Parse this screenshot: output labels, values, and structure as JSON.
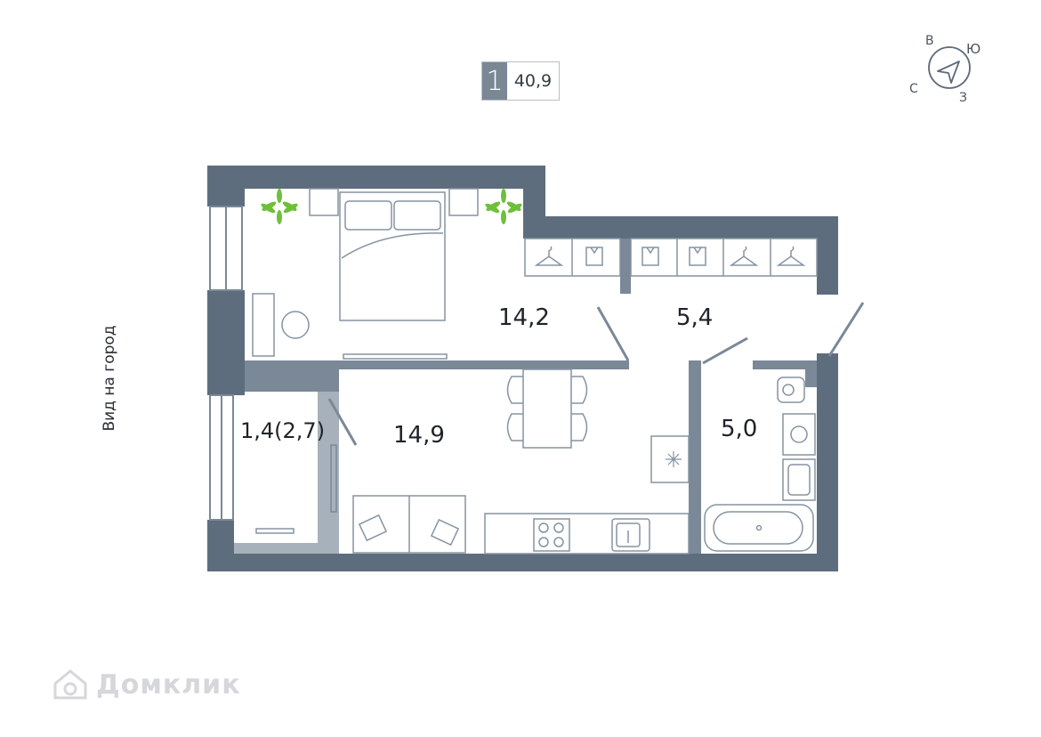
{
  "summary": {
    "rooms": "1",
    "total_area": "40,9"
  },
  "view_label": "Вид на город",
  "compass": {
    "north": "С",
    "east": "В",
    "south": "Ю",
    "west": "З"
  },
  "rooms": {
    "bedroom": "14,2",
    "wardrobe": "5,4",
    "living_kitchen": "14,9",
    "balcony": "1,4(2,7)",
    "bathroom": "5,0"
  },
  "watermark": {
    "text": "Домклик"
  },
  "colors": {
    "wall": "#5e6d7e",
    "partition": "#7a8897",
    "furniture": "#8593a1",
    "plant": "#6fbf3b"
  }
}
